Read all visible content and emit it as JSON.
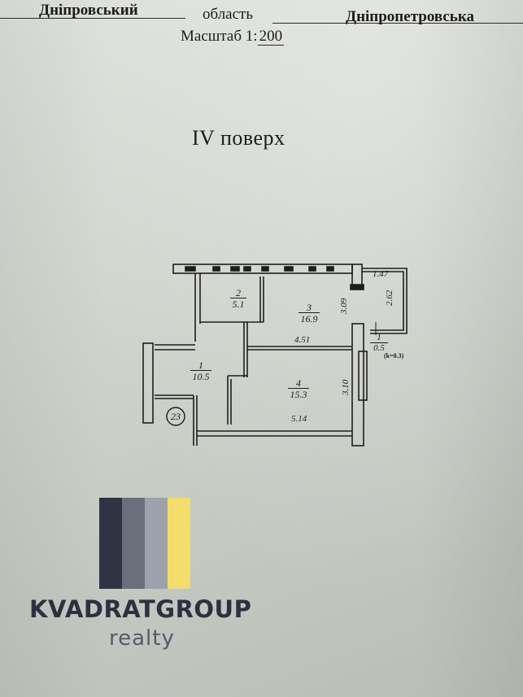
{
  "header": {
    "district": "Дніпровський",
    "region_label": "область",
    "region": "Дніпропетровська",
    "scale_label": "Масштаб 1:",
    "scale_value": "200"
  },
  "floor": {
    "title": "IV поверх"
  },
  "plan": {
    "rooms": [
      {
        "number": "1",
        "area": "10.5"
      },
      {
        "number": "2",
        "area": "5.1"
      },
      {
        "number": "3",
        "area": "16.9"
      },
      {
        "number": "4",
        "area": "15.3"
      },
      {
        "number": "1",
        "area": "0.5",
        "note": "(k=0.3)"
      }
    ],
    "dimensions": [
      "1.47",
      "2.62",
      "3.09",
      "4.51",
      "3.10",
      "5.14"
    ],
    "apartment_number": "23"
  },
  "logo": {
    "name": "KVADRATGROUP",
    "subtitle": "realty",
    "colors": [
      "#2e3444",
      "#6b6f7c",
      "#9da1ab",
      "#f3dd6b"
    ]
  }
}
